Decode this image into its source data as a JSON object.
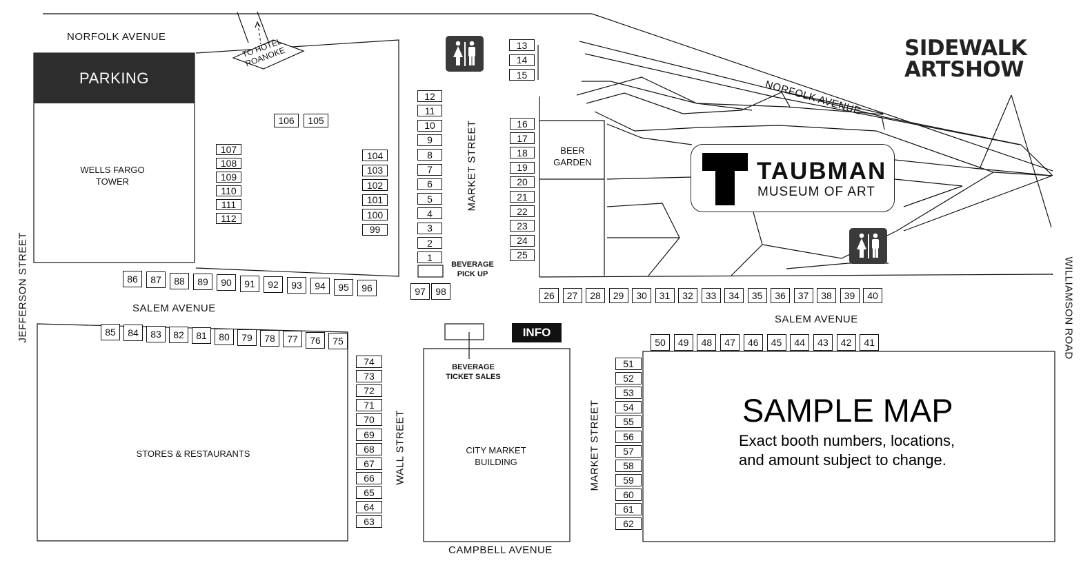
{
  "header": {
    "title_line1": "SIDEWALK",
    "title_line2": "ARTSHOW"
  },
  "streets": {
    "norfolk_top_left": "NORFOLK AVENUE",
    "norfolk_right": "NORFOLK AVENUE",
    "salem_left": "SALEM AVENUE",
    "salem_right": "SALEM AVENUE",
    "jefferson": "JEFFERSON STREET",
    "wall": "WALL STREET",
    "market_top": "MARKET STREET",
    "market_bottom": "MARKET STREET",
    "campbell": "CAMPBELL AVENUE",
    "williamson": "WILLIAMSON ROAD",
    "hotel_line1": "TO HOTEL",
    "hotel_line2": "ROANOKE"
  },
  "buildings": {
    "parking": "PARKING",
    "wells_fargo_line1": "WELLS FARGO",
    "wells_fargo_line2": "TOWER",
    "stores": "STORES & RESTAURANTS",
    "city_market_line1": "CITY MARKET",
    "city_market_line2": "BUILDING",
    "beer_garden_line1": "BEER",
    "beer_garden_line2": "GARDEN"
  },
  "labels": {
    "beverage_pickup_line1": "BEVERAGE",
    "beverage_pickup_line2": "PICK UP",
    "beverage_tickets_line1": "BEVERAGE",
    "beverage_tickets_line2": "TICKET SALES",
    "info": "INFO"
  },
  "museum": {
    "logo_letter": "T",
    "name": "TAUBMAN",
    "subtitle": "MUSEUM OF ART"
  },
  "notice": {
    "title": "SAMPLE MAP",
    "text": "Exact booth numbers, locations,\nand amount subject to change."
  },
  "icons": {
    "restroom": "restroom-icon",
    "arrow": "arrow-up-icon"
  },
  "booths": {
    "market_left_column": [
      "12",
      "11",
      "10",
      "9",
      "8",
      "7",
      "6",
      "5",
      "4",
      "3",
      "2",
      "1"
    ],
    "market_right_top": [
      "13",
      "14",
      "15"
    ],
    "market_right_column": [
      "16",
      "17",
      "18",
      "19",
      "20",
      "21",
      "22",
      "23",
      "24",
      "25"
    ],
    "salem_north_row": [
      "26",
      "27",
      "28",
      "29",
      "30",
      "31",
      "32",
      "33",
      "34",
      "35",
      "36",
      "37",
      "38",
      "39",
      "40"
    ],
    "salem_south_row": [
      "50",
      "49",
      "48",
      "47",
      "46",
      "45",
      "44",
      "43",
      "42",
      "41"
    ],
    "market_bottom_column": [
      "51",
      "52",
      "53",
      "54",
      "55",
      "56",
      "57",
      "58",
      "59",
      "60",
      "61",
      "62"
    ],
    "wall_column": [
      "74",
      "73",
      "72",
      "71",
      "70",
      "69",
      "68",
      "67",
      "66",
      "65",
      "64",
      "63"
    ],
    "salem_left_south_row": [
      "85",
      "84",
      "83",
      "82",
      "81",
      "80",
      "79",
      "78",
      "77",
      "76",
      "75"
    ],
    "salem_left_north_row": [
      "86",
      "87",
      "88",
      "89",
      "90",
      "91",
      "92",
      "93",
      "94",
      "95",
      "96"
    ],
    "corner_pair": [
      "97",
      "98"
    ],
    "lot_pair": [
      "106",
      "105"
    ],
    "lot_left_column": [
      "107",
      "108",
      "109",
      "110",
      "111",
      "112"
    ],
    "lot_right_column": [
      "104",
      "103",
      "102",
      "101",
      "100",
      "99"
    ]
  }
}
